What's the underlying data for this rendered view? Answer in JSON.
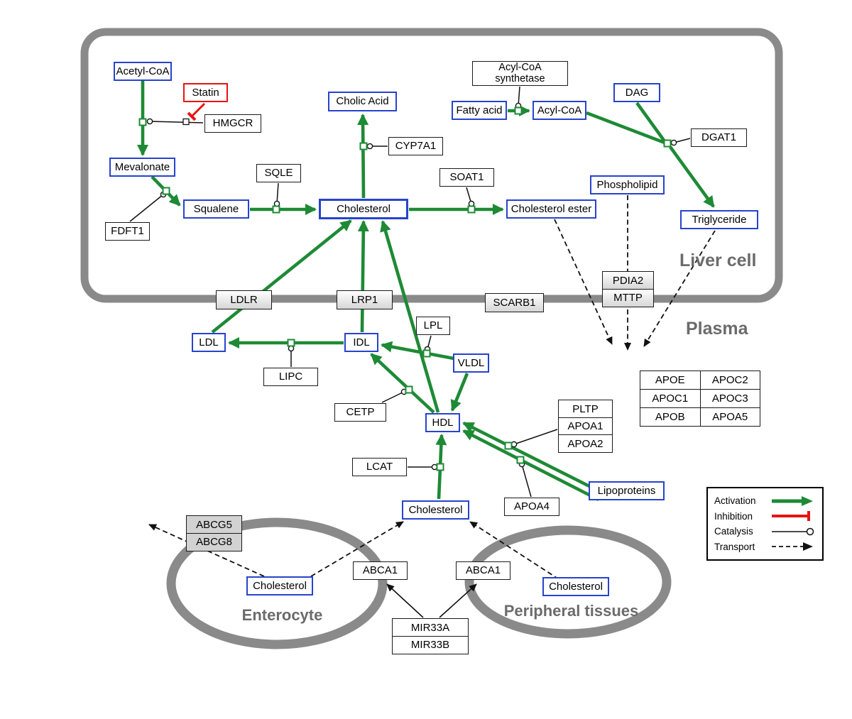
{
  "regions": {
    "liver": "Liver cell",
    "plasma": "Plasma",
    "enterocyte": "Enterocyte",
    "peripheral": "Peripheral tissues"
  },
  "nodes": {
    "acetyl_coa": "Acetyl-CoA",
    "statin": "Statin",
    "hmgcr": "HMGCR",
    "mevalonate": "Mevalonate",
    "fdft1": "FDFT1",
    "squalene": "Squalene",
    "sqle": "SQLE",
    "cholesterol_liver": "Cholesterol",
    "cholic_acid": "Cholic Acid",
    "cyp7a1": "CYP7A1",
    "soat1": "SOAT1",
    "cholesterol_ester": "Cholesterol ester",
    "acyl_coa_synthetase_1": "Acyl-CoA",
    "acyl_coa_synthetase_2": "synthetase",
    "fatty_acid": "Fatty acid",
    "acyl_coa": "Acyl-CoA",
    "dag": "DAG",
    "dgat1": "DGAT1",
    "phospholipid": "Phospholipid",
    "triglyceride": "Triglyceride",
    "ldlr": "LDLR",
    "lrp1": "LRP1",
    "scarb1": "SCARB1",
    "pdia2": "PDIA2",
    "mttp": "MTTP",
    "ldl": "LDL",
    "idl": "IDL",
    "lipc": "LIPC",
    "lpl": "LPL",
    "vldl": "VLDL",
    "cetp": "CETP",
    "hdl": "HDL",
    "pltp": "PLTP",
    "apoa1": "APOA1",
    "apoa2": "APOA2",
    "lcat": "LCAT",
    "apoa4": "APOA4",
    "lipoproteins": "Lipoproteins",
    "cholesterol_plasma": "Cholesterol",
    "abcg5": "ABCG5",
    "abcg8": "ABCG8",
    "cholesterol_enterocyte": "Cholesterol",
    "abca1_left": "ABCA1",
    "abca1_right": "ABCA1",
    "cholesterol_peripheral": "Cholesterol",
    "mir33a": "MIR33A",
    "mir33b": "MIR33B"
  },
  "apo_table": {
    "rows": [
      [
        "APOE",
        "APOC2"
      ],
      [
        "APOC1",
        "APOC3"
      ],
      [
        "APOB",
        "APOA5"
      ]
    ]
  },
  "legend": {
    "activation": "Activation",
    "inhibition": "Inhibition",
    "catalysis": "Catalysis",
    "transport": "Transport"
  },
  "colors": {
    "activation_green": "#1e8a35",
    "inhibition_red": "#e81313",
    "metabolite_border_blue": "#2743cd",
    "membrane_gray": "#8a8a8a"
  }
}
